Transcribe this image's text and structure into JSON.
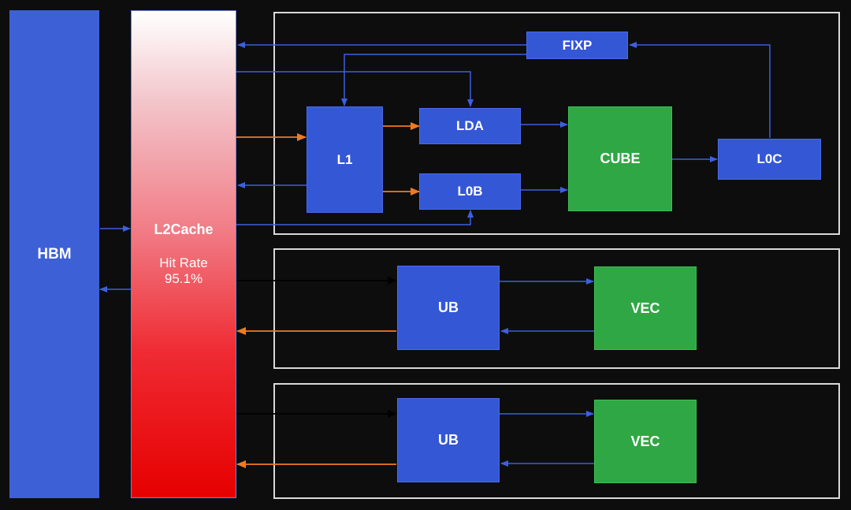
{
  "blocks": {
    "hbm": "HBM",
    "l2cache": {
      "name": "L2Cache",
      "hit_label": "Hit Rate",
      "hit_value": "95.1%"
    },
    "fixp": "FIXP",
    "l1": "L1",
    "lda": "LDA",
    "lob": "L0B",
    "cube": "CUBE",
    "loc": "L0C",
    "ub_1": "UB",
    "vec_1": "VEC",
    "ub_2": "UB",
    "vec_2": "VEC"
  },
  "colors": {
    "background": "#0d0d0d",
    "blue_block": "#3457d5",
    "green_block": "#2fa744",
    "blue_wire": "#3d5fe0",
    "orange_wire": "#f07a22",
    "black_wire": "#000000",
    "frame": "#d9d9d9"
  }
}
